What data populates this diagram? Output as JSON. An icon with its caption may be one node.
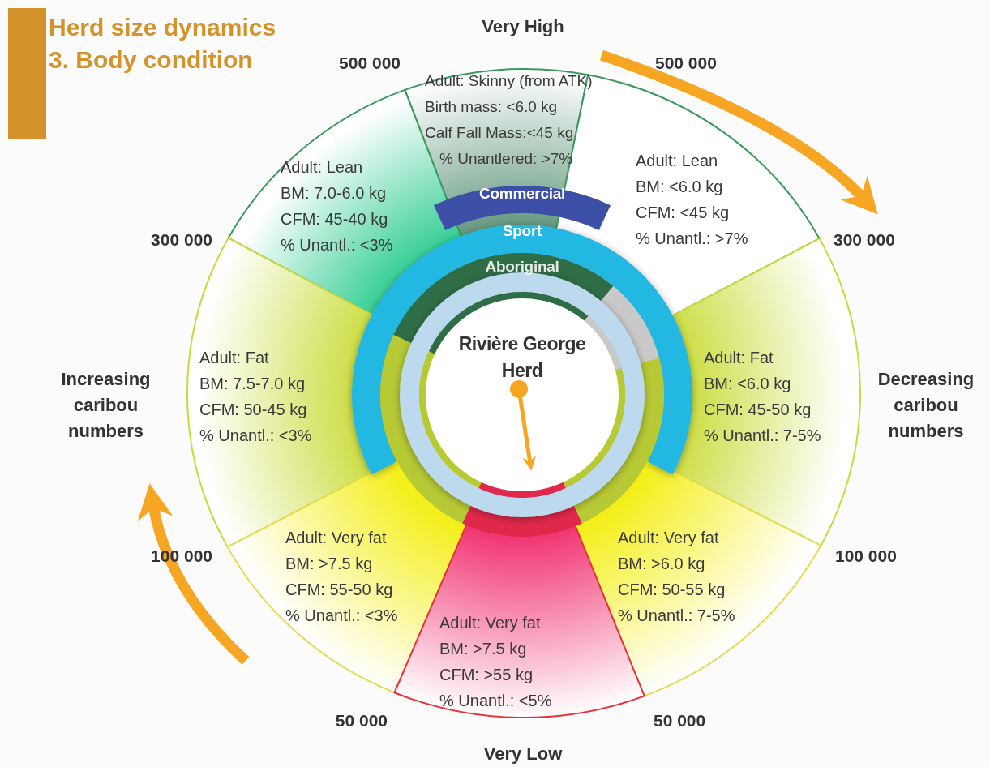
{
  "diagram": {
    "title": "Herd size dynamics",
    "nodes": [
      {
        "text": [
          "Adult: Skinny (from ATK)",
          "Birth mass: <6.0 kg",
          "Calf Fall Mass:<45 kg",
          "% Unantlered: >7%"
        ]
      },
      {
        "text": [
          "Adult: Lean",
          "BM: 7.0-6.0 kg",
          "CFM: 45-40 kg",
          "% Unantl.: <3%"
        ]
      },
      {
        "text": [
          "Adult: Lean",
          "BM: <6.0 kg",
          "CFM: <45 kg",
          "% Unantl.: >7%"
        ]
      },
      {
        "text": [
          "Adult: Fat",
          "BM: 7.5-7.0 kg",
          "CFM: 50-45 kg",
          "% Unantl.: <3%"
        ]
      },
      {
        "text": [
          "Adult: Fat",
          "BM: <6.0 kg",
          "CFM: 45-50 kg",
          "% Unantl.: 7-5%"
        ]
      },
      {
        "text": [
          "Adult: Very fat",
          "BM: >7.5 kg",
          "CFM: 55-50 kg",
          "% Unantl.: <3%"
        ]
      },
      {
        "text": [
          "Adult: Very fat",
          "BM: >6.0 kg",
          "CFM: 50-55 kg",
          "% Unantl.: 7-5%"
        ]
      },
      {
        "text": [
          "Adult: Very fat",
          "BM: >7.5 kg",
          "CFM: >55 kg",
          "% Unantl.: <5%"
        ]
      },
      {
        "text": [
          "Commercial"
        ]
      },
      {
        "text": [
          "Sport"
        ]
      },
      {
        "text": [
          "Aboriginal"
        ]
      },
      {
        "text": [
          "Rivière George Herd"
        ]
      }
    ],
    "labels": [
      "3. Body condition",
      "Very High",
      "500 000",
      "500 000",
      "300 000",
      "300 000",
      "Increasing caribou numbers",
      "Decreasing caribou numbers",
      "100 000",
      "100 000",
      "50 000",
      "50 000",
      "Very Low"
    ]
  }
}
